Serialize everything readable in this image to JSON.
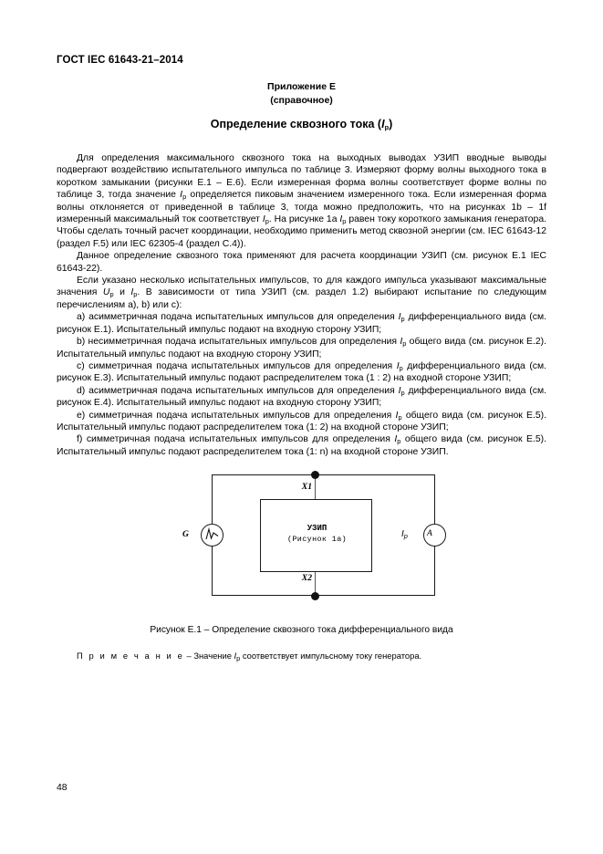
{
  "document": {
    "header": "ГОСТ IEC 61643-21–2014",
    "page_number": "48",
    "annex_title": "Приложение Е",
    "annex_subtitle": "(справочное)",
    "section_title_prefix": "Определение сквозного тока (",
    "section_title_var": "I",
    "section_title_sub": "p",
    "section_title_suffix": ")"
  },
  "paragraphs": {
    "p1_a": "Для определения максимального сквозного тока на выходных выводах УЗИП вводные выводы подвергают воздействию испытательного импульса по таблице 3. Измеряют форму волны выходного тока в коротком замыкании (рисунки Е.1 – Е.6). Если измеренная форма волны соответствует форме волны по таблице 3, тогда значение ",
    "p1_b": " определяется пиковым значением измеренного тока. Если измеренная форма волны отклоняется от приведенной в таблице 3, тогда можно предположить, что на рисунках 1b – 1f измеренный максимальный ток соответствует ",
    "p1_c": ". На рисунке 1a ",
    "p1_d": " равен току короткого замыкания генератора. Чтобы сделать точный расчет координации, необходимо применить метод сквозной энергии    (см. IEC 61643-12 (раздел F.5) или IEC 62305-4 (раздел C.4)).",
    "p2": "Данное определение сквозного тока применяют для расчета координации УЗИП (см. рисунок Е.1 IEC 61643-22).",
    "p3_a": "Если указано несколько испытательных импульсов, то для каждого импульса указывают максимальные значения ",
    "p3_b": " и ",
    "p3_c": ". В зависимости от типа УЗИП (см. раздел 1.2) выбирают испытание по следующим перечислениям a), b) или c):",
    "item_a_1": "a) асимметричная подача испытательных импульсов для определения ",
    "item_a_2": " дифференциального вида (см. рисунок Е.1). Испытательный импульс подают на входную сторону УЗИП;",
    "item_b_1": "b) несимметричная подача испытательных импульсов для определения ",
    "item_b_2": " общего вида (см. рисунок Е.2). Испытательный импульс подают на входную сторону УЗИП;",
    "item_c_1": "c) симметричная подача испытательных импульсов для определения ",
    "item_c_2": " дифференциального вида (см. рисунок Е.3). Испытательный импульс подают распределителем тока (1 : 2) на входной стороне УЗИП;",
    "item_d_1": "d) асимметричная подача испытательных импульсов для определения ",
    "item_d_2": " дифференциального вида (см. рисунок Е.4). Испытательный импульс подают на входную сторону УЗИП;",
    "item_e_1": "e) симметричная подача испытательных импульсов для определения ",
    "item_e_2": " общего вида (см. рисунок Е.5). Испытательный импульс подают распределителем тока (1: 2) на входной стороне УЗИП;",
    "item_f_1": "f) симметричная подача испытательных импульсов для определения ",
    "item_f_2": " общего вида (см. рисунок Е.5). Испытательный импульс подают распределителем тока (1: n) на входной стороне УЗИП."
  },
  "variables": {
    "I": "I",
    "U": "U",
    "sub_p": "p"
  },
  "figure": {
    "caption": "Рисунок Е.1 – Определение сквозного тока дифференциального вида",
    "note_label": "П р и м е ч а н и е",
    "note_dash": " – Значение ",
    "note_text": " соответствует импульсному току генератора.",
    "spd_box_line1": "УЗИП",
    "spd_box_line2": "(Рисунок 1a)",
    "terminal_top": "X1",
    "terminal_bottom": "X2",
    "generator_label": "G",
    "ammeter_label": "A",
    "current_label": "I",
    "current_sub": "p"
  }
}
